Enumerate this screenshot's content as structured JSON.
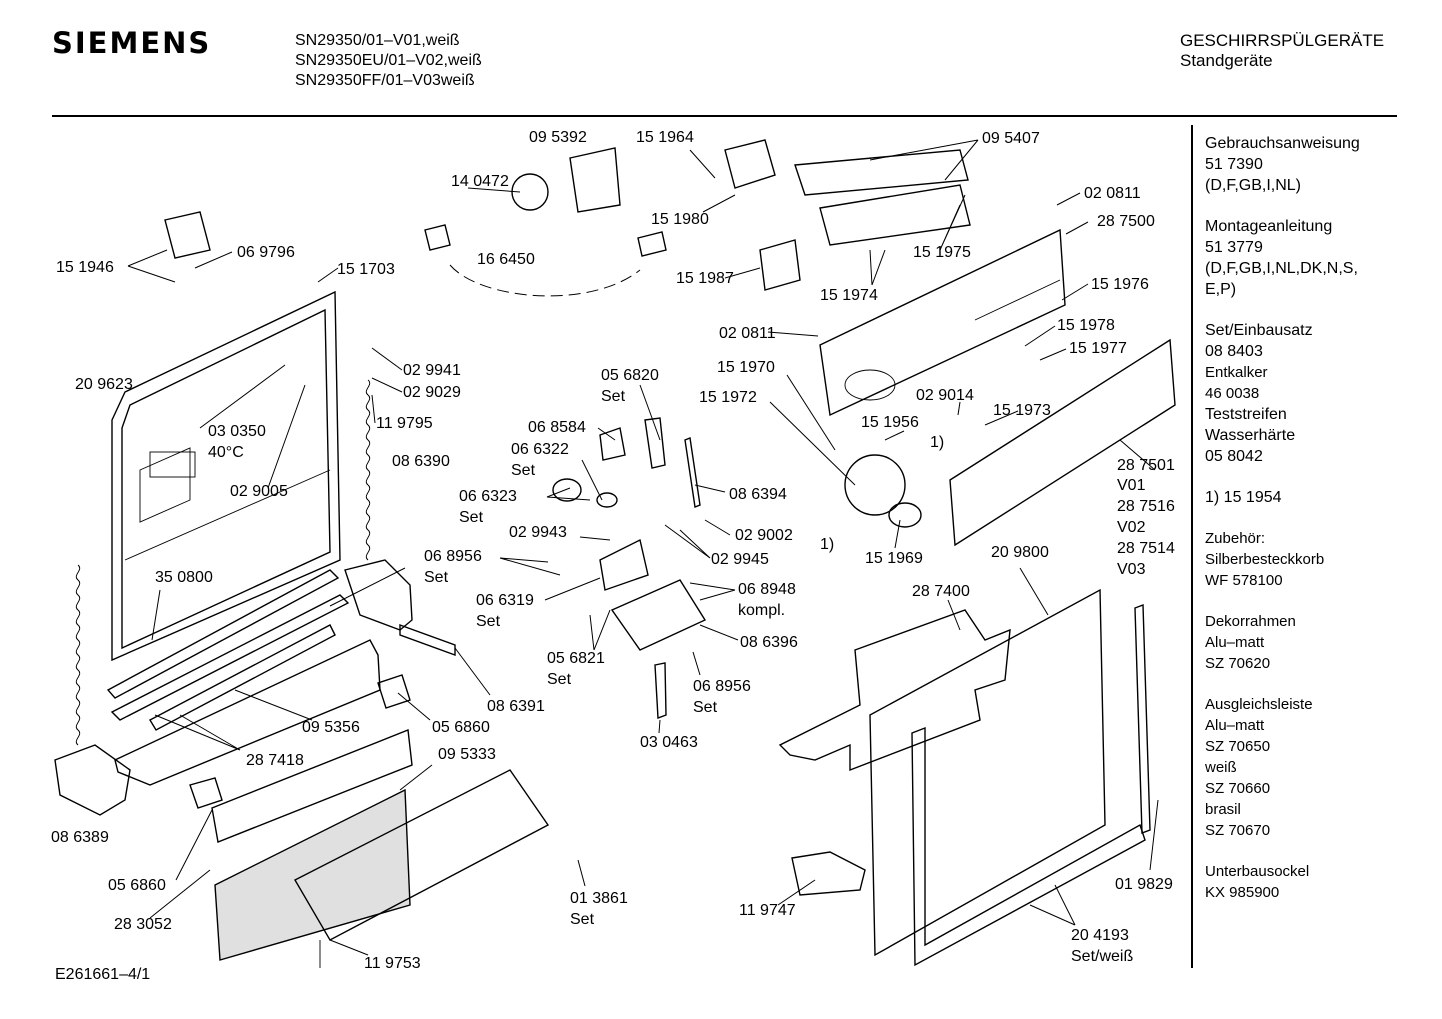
{
  "header": {
    "brand": "SIEMENS",
    "models": [
      "SN29350/01–V01,weiß",
      "SN29350EU/01–V02,weiß",
      "SN29350FF/01–V03weiß"
    ],
    "category": "GESCHIRRSPÜLGERÄTE",
    "subcategory": "Standgeräte"
  },
  "parts": [
    {
      "id": "p1",
      "text": "09 5392"
    },
    {
      "id": "p2",
      "text": "15 1964"
    },
    {
      "id": "p3",
      "text": "09 5407"
    },
    {
      "id": "p4",
      "text": "14 0472"
    },
    {
      "id": "p5",
      "text": "02 0811"
    },
    {
      "id": "p6",
      "text": "15 1980"
    },
    {
      "id": "p7",
      "text": "28 7500"
    },
    {
      "id": "p8",
      "text": "06 9796"
    },
    {
      "id": "p9",
      "text": "15 1975"
    },
    {
      "id": "p10",
      "text": "15 1946"
    },
    {
      "id": "p11",
      "text": "16 6450"
    },
    {
      "id": "p12",
      "text": "15 1703"
    },
    {
      "id": "p13",
      "text": "15 1987"
    },
    {
      "id": "p14",
      "text": "15 1976"
    },
    {
      "id": "p15",
      "text": "15 1974"
    },
    {
      "id": "p16",
      "text": "02 0811"
    },
    {
      "id": "p17",
      "text": "15 1978"
    },
    {
      "id": "p18",
      "text": "02 9941"
    },
    {
      "id": "p19",
      "text": "15 1977"
    },
    {
      "id": "p20",
      "text": "20 9623"
    },
    {
      "id": "p21",
      "text": "02 9029"
    },
    {
      "id": "p22",
      "text": "15 1970"
    },
    {
      "id": "p23",
      "text": "05 6820"
    },
    {
      "id": "p24",
      "text": "Set"
    },
    {
      "id": "p25",
      "text": "15 1972"
    },
    {
      "id": "p26",
      "text": "02 9014"
    },
    {
      "id": "p27",
      "text": "15 1973"
    },
    {
      "id": "p28",
      "text": "11 9795"
    },
    {
      "id": "p29",
      "text": "06 8584"
    },
    {
      "id": "p30",
      "text": "03 0350"
    },
    {
      "id": "p31",
      "text": "40°C"
    },
    {
      "id": "p32",
      "text": "15 1956"
    },
    {
      "id": "p33",
      "text": "06 6322"
    },
    {
      "id": "p34",
      "text": "Set"
    },
    {
      "id": "p35",
      "text": "1)"
    },
    {
      "id": "p36",
      "text": "28 7501"
    },
    {
      "id": "p37",
      "text": "08 6390"
    },
    {
      "id": "p38",
      "text": "V01"
    },
    {
      "id": "p39",
      "text": "06 6323"
    },
    {
      "id": "p40",
      "text": "08 6394"
    },
    {
      "id": "p41",
      "text": "02 9005"
    },
    {
      "id": "p42",
      "text": "Set"
    },
    {
      "id": "p43",
      "text": "28 7516"
    },
    {
      "id": "p44",
      "text": "02 9943"
    },
    {
      "id": "p45",
      "text": "02 9002"
    },
    {
      "id": "p46",
      "text": "V02"
    },
    {
      "id": "p47",
      "text": "1)"
    },
    {
      "id": "p48",
      "text": "02 9945"
    },
    {
      "id": "p49",
      "text": "15 1969"
    },
    {
      "id": "p50",
      "text": "20 9800"
    },
    {
      "id": "p51",
      "text": "28 7514"
    },
    {
      "id": "p52",
      "text": "06 8956"
    },
    {
      "id": "p53",
      "text": "V03"
    },
    {
      "id": "p54",
      "text": "Set"
    },
    {
      "id": "p55",
      "text": "35 0800"
    },
    {
      "id": "p56",
      "text": "06 8948"
    },
    {
      "id": "p57",
      "text": "28 7400"
    },
    {
      "id": "p58",
      "text": "kompl."
    },
    {
      "id": "p59",
      "text": "06 6319"
    },
    {
      "id": "p60",
      "text": "Set"
    },
    {
      "id": "p61",
      "text": "08 6396"
    },
    {
      "id": "p62",
      "text": "05 6821"
    },
    {
      "id": "p63",
      "text": "Set"
    },
    {
      "id": "p64",
      "text": "06 8956"
    },
    {
      "id": "p65",
      "text": "08 6391"
    },
    {
      "id": "p66",
      "text": "Set"
    },
    {
      "id": "p67",
      "text": "09 5356"
    },
    {
      "id": "p68",
      "text": "05 6860"
    },
    {
      "id": "p69",
      "text": "03 0463"
    },
    {
      "id": "p70",
      "text": "28 7418"
    },
    {
      "id": "p71",
      "text": "09 5333"
    },
    {
      "id": "p72",
      "text": "08 6389"
    },
    {
      "id": "p73",
      "text": "01 9829"
    },
    {
      "id": "p74",
      "text": "05 6860"
    },
    {
      "id": "p75",
      "text": "01 3861"
    },
    {
      "id": "p76",
      "text": "11 9747"
    },
    {
      "id": "p77",
      "text": "Set"
    },
    {
      "id": "p78",
      "text": "28 3052"
    },
    {
      "id": "p79",
      "text": "20 4193"
    },
    {
      "id": "p80",
      "text": "11 9753"
    },
    {
      "id": "p81",
      "text": "Set/weiß"
    }
  ],
  "sidebar": {
    "manual_title": "Gebrauchsanweisung",
    "manual_no": "51 7390",
    "manual_langs": "(D,F,GB,I,NL)",
    "assembly_title": "Montageanleitung",
    "assembly_no": "51 3779",
    "assembly_langs_1": "(D,F,GB,I,NL,DK,N,S,",
    "assembly_langs_2": "E,P)",
    "set_title": "Set/Einbausatz",
    "set_no": "08 8403",
    "descaler": "Entkalker",
    "descaler_no": "46 0038",
    "strips": "Teststreifen",
    "hardness": "Wasserhärte",
    "hardness_no": "05 8042",
    "footnote": "1)  15 1954",
    "accessory_title": "Zubehör:",
    "accessory_name": "Silberbesteckkorb",
    "accessory_no": "WF 578100",
    "frame_title": "Dekorrahmen",
    "frame_finish": "Alu–matt",
    "frame_no": "SZ 70620",
    "strip_title": "Ausgleichsleiste",
    "strip_finish": "Alu–matt",
    "strip_no_1": "SZ 70650",
    "strip_color_2": "weiß",
    "strip_no_2": "SZ 70660",
    "strip_color_3": "brasil",
    "strip_no_3": "SZ 70670",
    "base_title": "Unterbausockel",
    "base_no": "KX 985900"
  },
  "footer": {
    "doc_id": "E261661–4/1"
  }
}
